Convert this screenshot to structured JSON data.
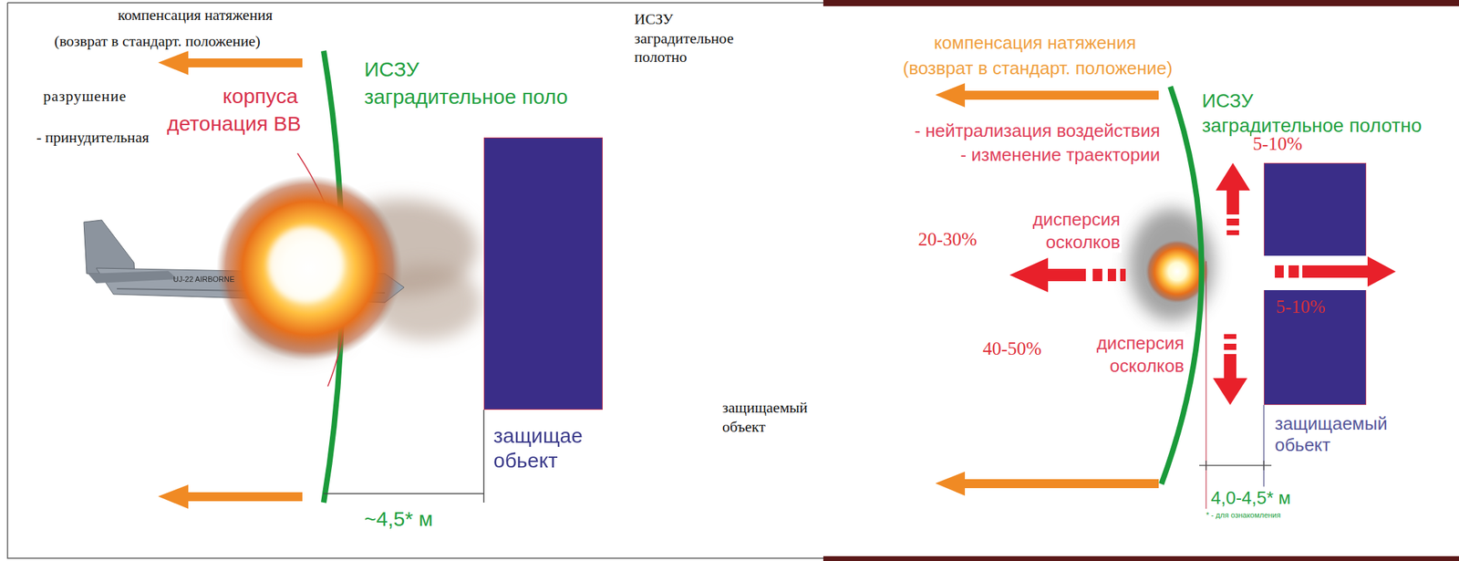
{
  "diagram": {
    "nodes": [
      {
        "text": [
          "защищае обьект"
        ]
      },
      {
        "text": [
          "защищаемый обьект"
        ]
      }
    ],
    "labels": [
      "компенсация натяжения",
      "(возврат в стандарт. положение)",
      "разрушение",
      "корпуса",
      "- принудительная",
      "детонация ВВ",
      "ИСЗУ",
      "заградительное поло",
      "~4,5* м",
      "ИСЗУ заградительное полотно",
      "защищаемый объект",
      "компенсация натяжения",
      "(возврат в стандарт. положение)",
      "- нейтрализация воздействия",
      "- изменение траектории",
      "ИСЗУ",
      "заградительное полотно",
      "5-10%",
      "20-30%",
      "дисперсия осколков",
      "5-10%",
      "40-50%",
      "дисперсия осколков",
      "4,0-4,5* м",
      "* - для ознакомления",
      "UJ-22 AIRBORNE"
    ]
  }
}
